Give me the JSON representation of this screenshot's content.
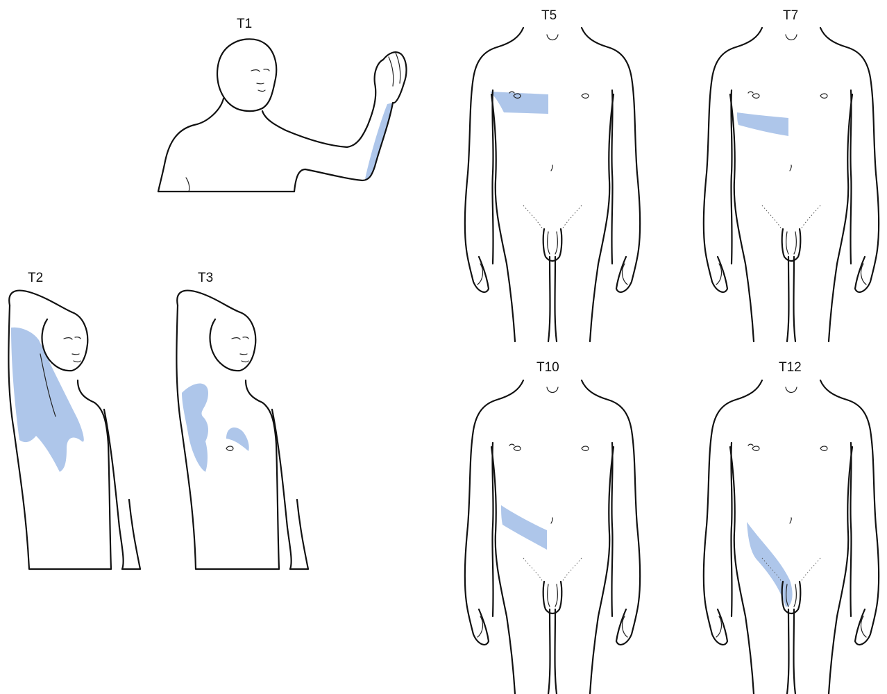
{
  "colors": {
    "dermatome": "#aec6ea",
    "ink": "#111111"
  },
  "figures": [
    {
      "id": "T1",
      "label": "T1"
    },
    {
      "id": "T2",
      "label": "T2"
    },
    {
      "id": "T3",
      "label": "T3"
    },
    {
      "id": "T5",
      "label": "T5"
    },
    {
      "id": "T7",
      "label": "T7"
    },
    {
      "id": "T10",
      "label": "T10"
    },
    {
      "id": "T12",
      "label": "T12"
    }
  ]
}
